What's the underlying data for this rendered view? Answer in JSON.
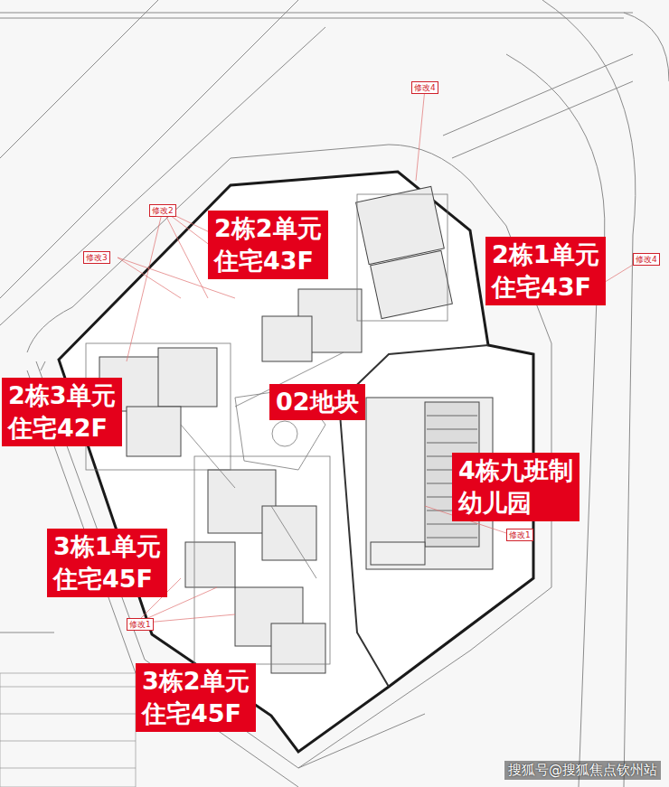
{
  "diagram": {
    "nodes": [
      {
        "text": [
          "2栋2单元 住宅43F"
        ]
      },
      {
        "text": [
          "2栋1单元 住宅43F"
        ]
      },
      {
        "text": [
          "2栋3单元 住宅42F"
        ]
      },
      {
        "text": [
          "02地块"
        ]
      },
      {
        "text": [
          "4栋九班制 幼儿园"
        ]
      },
      {
        "text": [
          "3栋1单元 住宅45F"
        ]
      },
      {
        "text": [
          "3栋2单元 住宅45F"
        ]
      }
    ],
    "labels": [
      "修改4",
      "修改3",
      "修改2",
      "修改4",
      "修改1",
      "修改1",
      "搜狐号@搜狐焦点钦州站"
    ]
  }
}
